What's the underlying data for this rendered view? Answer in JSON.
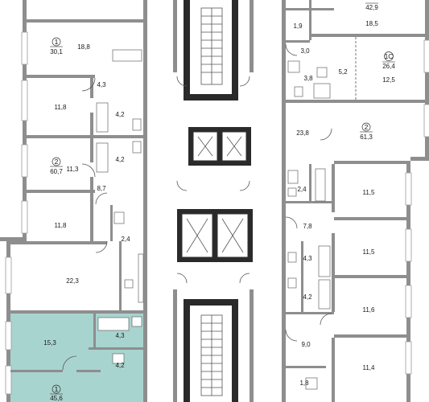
{
  "colors": {
    "highlight_fill": "#a8d4cf",
    "highlight_border": "#6e8f8c",
    "wall": "#8e8e8e",
    "core_wall": "#2a2a2a"
  },
  "apartments": [
    {
      "key": "apt-1-top",
      "number": "1",
      "area": "30,1"
    },
    {
      "key": "apt-2-left",
      "number": "2",
      "area": "60,7"
    },
    {
      "key": "apt-1-bottom",
      "number": "1",
      "area": "45,6"
    },
    {
      "key": "apt-top-right",
      "number": "",
      "area": "42,9"
    },
    {
      "key": "apt-1c",
      "number": "1С",
      "area": "26,4"
    },
    {
      "key": "apt-2-right",
      "number": "2",
      "area": "61,3"
    }
  ],
  "rooms": [
    {
      "key": "r-18-8",
      "area": "18,8"
    },
    {
      "key": "r-4-3-a",
      "area": "4,3"
    },
    {
      "key": "r-11-8-a",
      "area": "11,8"
    },
    {
      "key": "r-4-2-a",
      "area": "4,2"
    },
    {
      "key": "r-4-2-b",
      "area": "4,2"
    },
    {
      "key": "r-11-3",
      "area": "11,3"
    },
    {
      "key": "r-8-7",
      "area": "8,7"
    },
    {
      "key": "r-11-8-b",
      "area": "11,8"
    },
    {
      "key": "r-2-4-a",
      "area": "2,4"
    },
    {
      "key": "r-22-3",
      "area": "22,3"
    },
    {
      "key": "r-15-3",
      "area": "15,3"
    },
    {
      "key": "r-4-3-b",
      "area": "4,3"
    },
    {
      "key": "r-4-2-c",
      "area": "4,2"
    },
    {
      "key": "r-1-9",
      "area": "1,9"
    },
    {
      "key": "r-18-5",
      "area": "18,5"
    },
    {
      "key": "r-3-0",
      "area": "3,0"
    },
    {
      "key": "r-3-8",
      "area": "3,8"
    },
    {
      "key": "r-5-2",
      "area": "5,2"
    },
    {
      "key": "r-12-5",
      "area": "12,5"
    },
    {
      "key": "r-23-8",
      "area": "23,8"
    },
    {
      "key": "r-2-4-b",
      "area": "2,4"
    },
    {
      "key": "r-11-5-a",
      "area": "11,5"
    },
    {
      "key": "r-7-8",
      "area": "7,8"
    },
    {
      "key": "r-11-5-b",
      "area": "11,5"
    },
    {
      "key": "r-4-3-c",
      "area": "4,3"
    },
    {
      "key": "r-4-2-d",
      "area": "4,2"
    },
    {
      "key": "r-11-6",
      "area": "11,6"
    },
    {
      "key": "r-9-0",
      "area": "9,0"
    },
    {
      "key": "r-11-4",
      "area": "11,4"
    },
    {
      "key": "r-1-8",
      "area": "1,8"
    }
  ]
}
